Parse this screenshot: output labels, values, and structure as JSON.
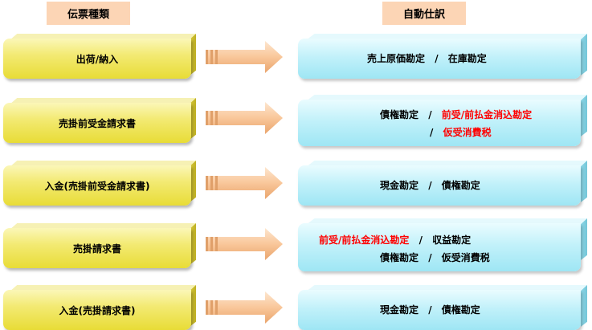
{
  "headers": {
    "slip_types": "伝票種類",
    "auto_journal": "自動仕訳"
  },
  "separator": "/",
  "colors": {
    "header_bg": "#fcd5b5",
    "slip_box": "#f3ea74",
    "journal_box": "#c2f1fa",
    "arrow": "#f9c79a",
    "highlight_text": "#ff0000"
  },
  "rows": [
    {
      "slip": "出荷/納入",
      "journal": {
        "line1": {
          "left": "売上原価勘定",
          "right": "在庫勘定"
        }
      }
    },
    {
      "slip": "売掛前受金請求書",
      "journal": {
        "line1": {
          "left": "債権勘定",
          "right": "前受/前払金消込勘定"
        },
        "line2": {
          "right": "仮受消費税"
        }
      }
    },
    {
      "slip": "入金(売掛前受金請求書)",
      "journal": {
        "line1": {
          "left": "現金勘定",
          "right": "債権勘定"
        }
      }
    },
    {
      "slip": "売掛請求書",
      "journal": {
        "line1": {
          "left": "前受/前払金消込勘定",
          "right": "収益勘定"
        },
        "line2": {
          "left": "債権勘定",
          "right": "仮受消費税"
        }
      }
    },
    {
      "slip": "入金(売掛請求書)",
      "journal": {
        "line1": {
          "left": "現金勘定",
          "right": "債権勘定"
        }
      }
    }
  ]
}
